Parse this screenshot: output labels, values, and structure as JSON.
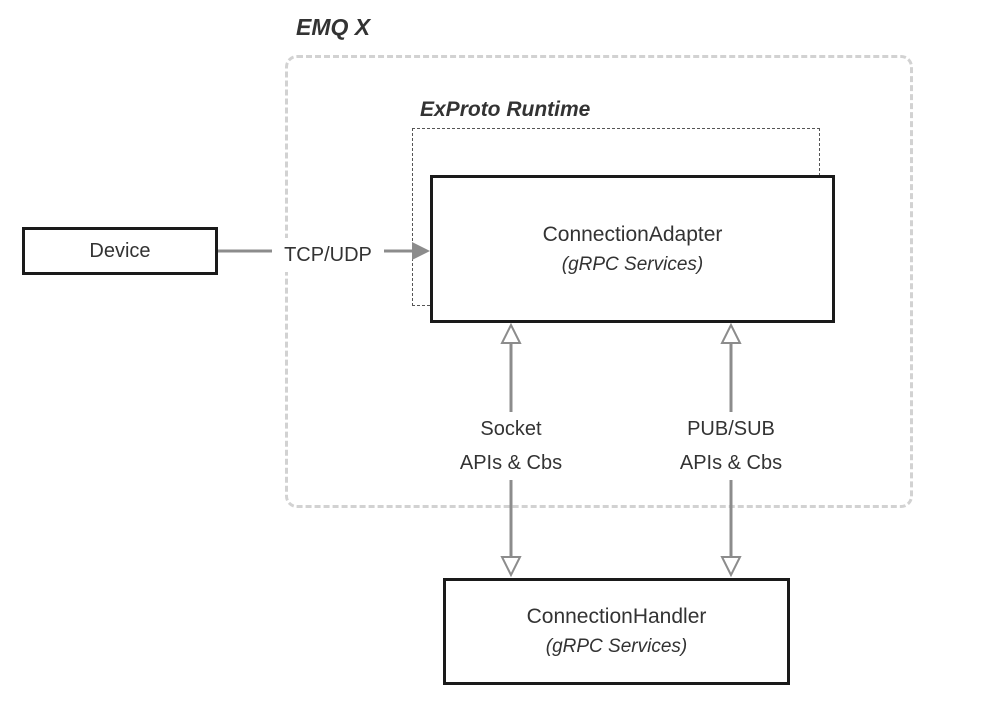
{
  "diagram": {
    "regions": {
      "emqx_label": "EMQ X",
      "exproto_label": "ExProto Runtime"
    },
    "nodes": {
      "device": {
        "title": "Device"
      },
      "connection_adapter": {
        "title": "ConnectionAdapter",
        "subtitle": "(gRPC Services)"
      },
      "connection_handler": {
        "title": "ConnectionHandler",
        "subtitle": "(gRPC Services)"
      }
    },
    "edges": {
      "tcp_udp": {
        "label": "TCP/UDP"
      },
      "socket": {
        "line1": "Socket",
        "line2": "APIs & Cbs"
      },
      "pubsub": {
        "line1": "PUB/SUB",
        "line2": "APIs & Cbs"
      }
    },
    "colors": {
      "node_border": "#1a1a1a",
      "outer_dashed_border": "#d2d2d2",
      "inner_dashed_border": "#555555",
      "arrow": "#8c8c8c",
      "text": "#333333",
      "background": "#ffffff"
    }
  }
}
